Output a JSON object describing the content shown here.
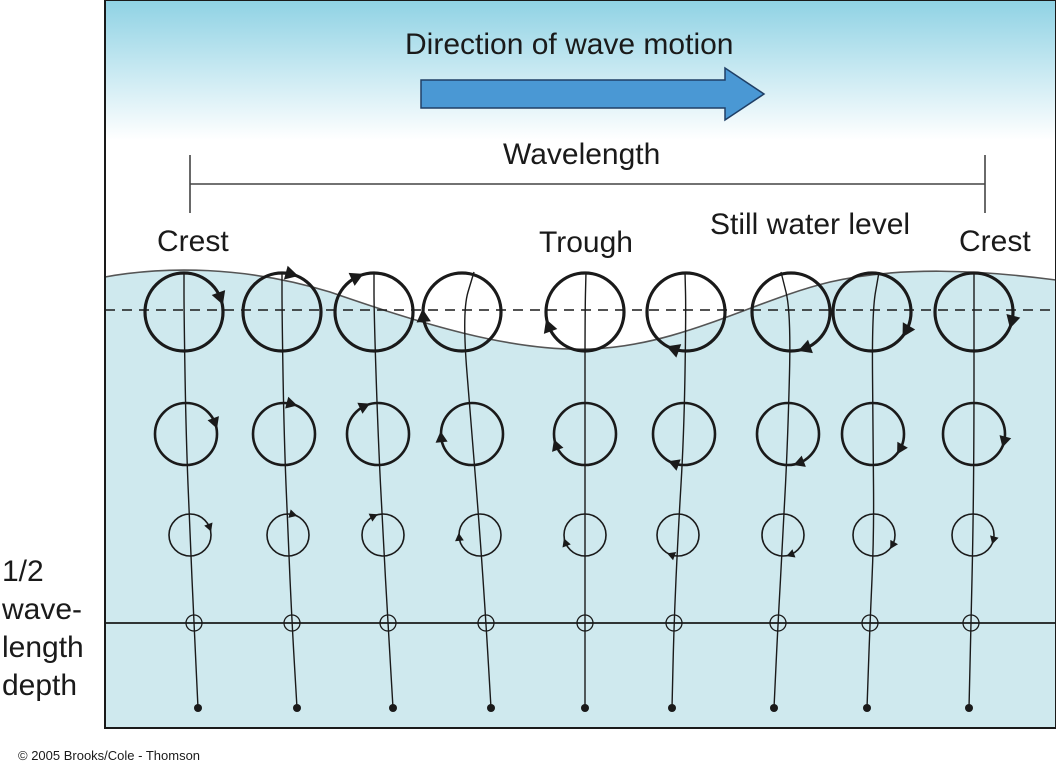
{
  "title": "Direction of wave motion",
  "wavelength_label": "Wavelength",
  "crest_left": "Crest",
  "crest_right": "Crest",
  "trough": "Trough",
  "still_water": "Still water level",
  "depth_label": [
    "1/2",
    "wave-",
    "length",
    "depth"
  ],
  "copyright": "© 2005 Brooks/Cole - Thomson",
  "colors": {
    "sky_top": "#8fd2e4",
    "sky_bottom": "#ffffff",
    "water": "#cfe9ee",
    "arrow_fill": "#4a98d4",
    "arrow_stroke": "#1f3f66",
    "ink": "#1a1a1a"
  }
}
